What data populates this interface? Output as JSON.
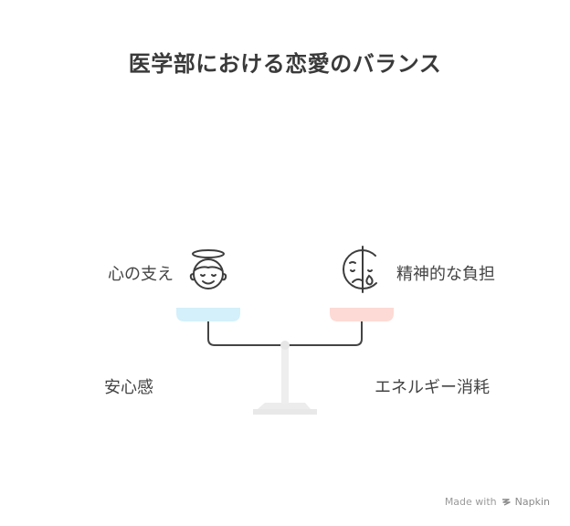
{
  "title": "医学部における恋愛のバランス",
  "left": {
    "top_label": "心の支え",
    "bottom_label": "安心感",
    "icon": "angel-face-icon",
    "pan_color": "#d3f0fb"
  },
  "right": {
    "top_label": "精神的な負担",
    "bottom_label": "エネルギー消耗",
    "icon": "sad-crying-face-icon",
    "pan_color": "#fddad5"
  },
  "watermark": {
    "prefix": "Made with",
    "brand": "Napkin"
  }
}
